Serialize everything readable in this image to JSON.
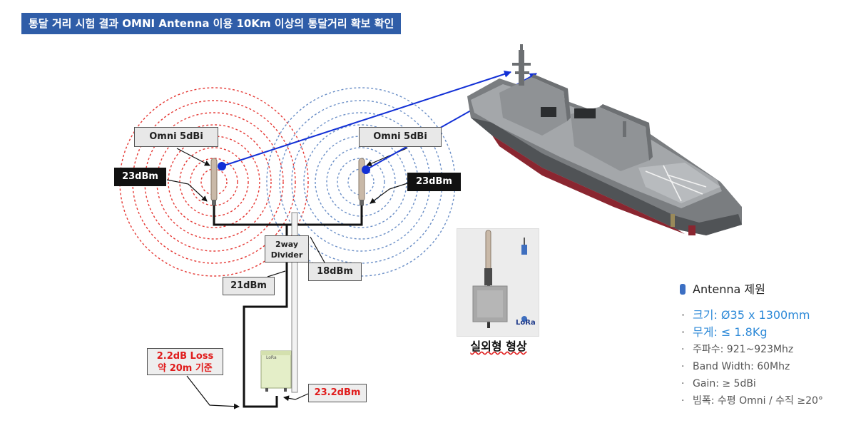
{
  "title": "통달 거리 시험 결과 OMNI Antenna 이용 10Km 이상의 통달거리 확보 확인",
  "diagram": {
    "antenna_left_label": "Omni 5dBi",
    "antenna_right_label": "Omni 5dBi",
    "power_left": "23dBm",
    "power_right": "23dBm",
    "divider_label_line1": "2way",
    "divider_label_line2": "Divider",
    "divider_output": "18dBm",
    "divider_input": "21dBm",
    "cable_loss_line1": "2.2dB  Loss",
    "cable_loss_line2": "약 20m  기준",
    "device_output": "23.2dBm",
    "logo_text": "LoRa",
    "colors": {
      "left_rings": "#e53935",
      "right_rings": "#6b8fc7",
      "link_arrow": "#1230d6",
      "title_bg": "#2f5da8"
    }
  },
  "photo": {
    "caption": "실외형 형상",
    "logo": "LoRa"
  },
  "spec": {
    "title": "Antenna 제원",
    "items": [
      {
        "text": "크기: Ø35 x 1300mm"
      },
      {
        "text": "무게: ≤ 1.8Kg"
      },
      {
        "text": "주파수: 921~923Mhz"
      },
      {
        "text": "Band Width: 60Mhz"
      },
      {
        "text": "Gain: ≥ 5dBi"
      },
      {
        "text": "빔폭: 수평 Omni / 수직 ≥20°"
      }
    ]
  }
}
